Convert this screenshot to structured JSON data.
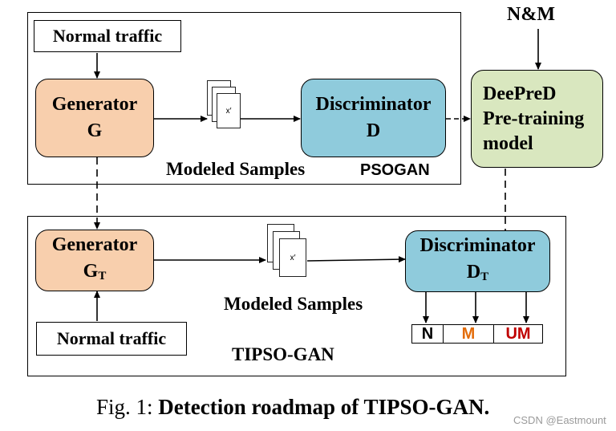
{
  "top_group": {
    "label": "PSOGAN",
    "input_label": "Normal traffic",
    "generator_line1": "Generator",
    "generator_line2": "G",
    "sample_symbol": "x′",
    "samples_caption": "Modeled Samples",
    "discriminator_line1": "Discriminator",
    "discriminator_line2": "D"
  },
  "pretrain": {
    "source_label": "N&M",
    "line1": "DeePreD",
    "line2": "Pre-training",
    "line3": "model"
  },
  "bottom_group": {
    "label": "TIPSO-GAN",
    "input_label": "Normal traffic",
    "generator_line1": "Generator",
    "generator_main": "G",
    "generator_sub": "T",
    "sample_symbol": "x′",
    "samples_caption": "Modeled Samples",
    "discriminator_line1": "Discriminator",
    "discriminator_main": "D",
    "discriminator_sub": "T",
    "outputs": [
      {
        "text": "N",
        "color": "#000000"
      },
      {
        "text": "M",
        "color": "#e36c09"
      },
      {
        "text": "UM",
        "color": "#c00000"
      }
    ]
  },
  "caption": {
    "prefix": "Fig. 1:",
    "title": "Detection roadmap of TIPSO-GAN."
  },
  "watermark": "CSDN @Eastmount"
}
